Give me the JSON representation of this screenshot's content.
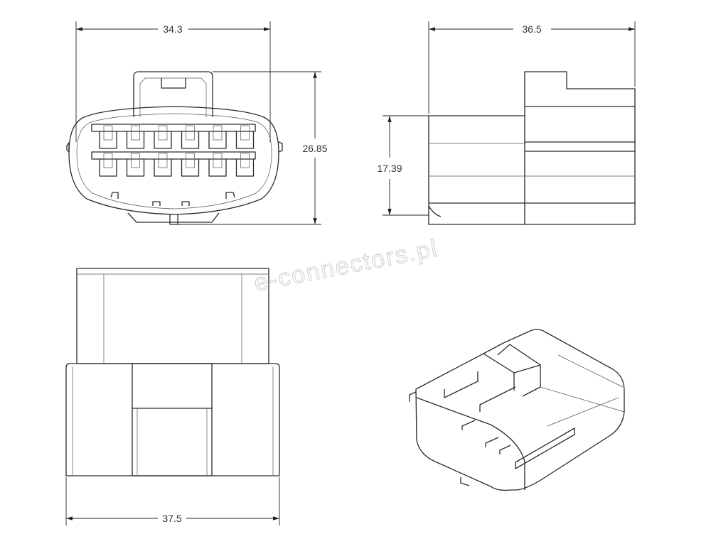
{
  "title": "12-pin connector housing technical drawing",
  "dimensions": {
    "front_width": "34.3",
    "front_height": "26.85",
    "side_length": "36.5",
    "side_height": "17.39",
    "bottom_width": "37.5"
  },
  "watermark": "e-connectors.pl",
  "colors": {
    "line": "#2a2a2a",
    "background": "#ffffff",
    "watermark": "#c8c8c8"
  }
}
